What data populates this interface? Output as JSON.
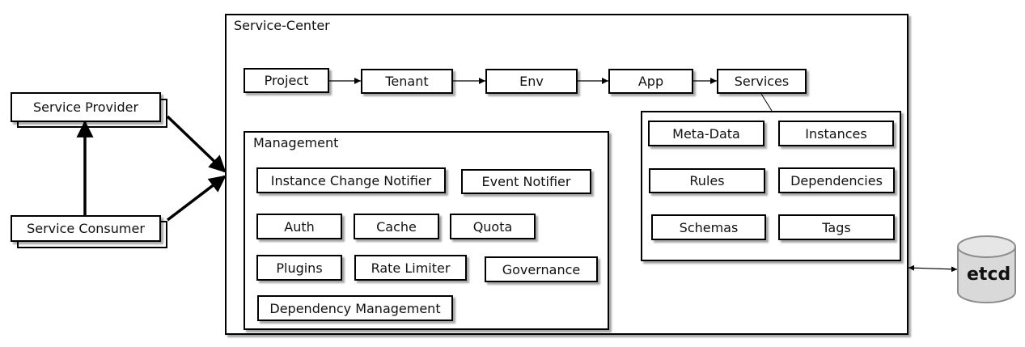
{
  "service_center": {
    "title": "Service-Center"
  },
  "flow": {
    "project": "Project",
    "tenant": "Tenant",
    "env": "Env",
    "app": "App",
    "services": "Services"
  },
  "management": {
    "title": "Management",
    "items": {
      "instance_change_notifier": "Instance Change Notifier",
      "event_notifier": "Event Notifier",
      "auth": "Auth",
      "cache": "Cache",
      "quota": "Quota",
      "plugins": "Plugins",
      "rate_limiter": "Rate Limiter",
      "governance": "Governance",
      "dependency_management": "Dependency Management"
    }
  },
  "service_details": {
    "meta_data": "Meta-Data",
    "instances": "Instances",
    "rules": "Rules",
    "dependencies": "Dependencies",
    "schemas": "Schemas",
    "tags": "Tags"
  },
  "clients": {
    "provider": "Service Provider",
    "consumer": "Service Consumer"
  },
  "storage": {
    "etcd": "etcd"
  }
}
